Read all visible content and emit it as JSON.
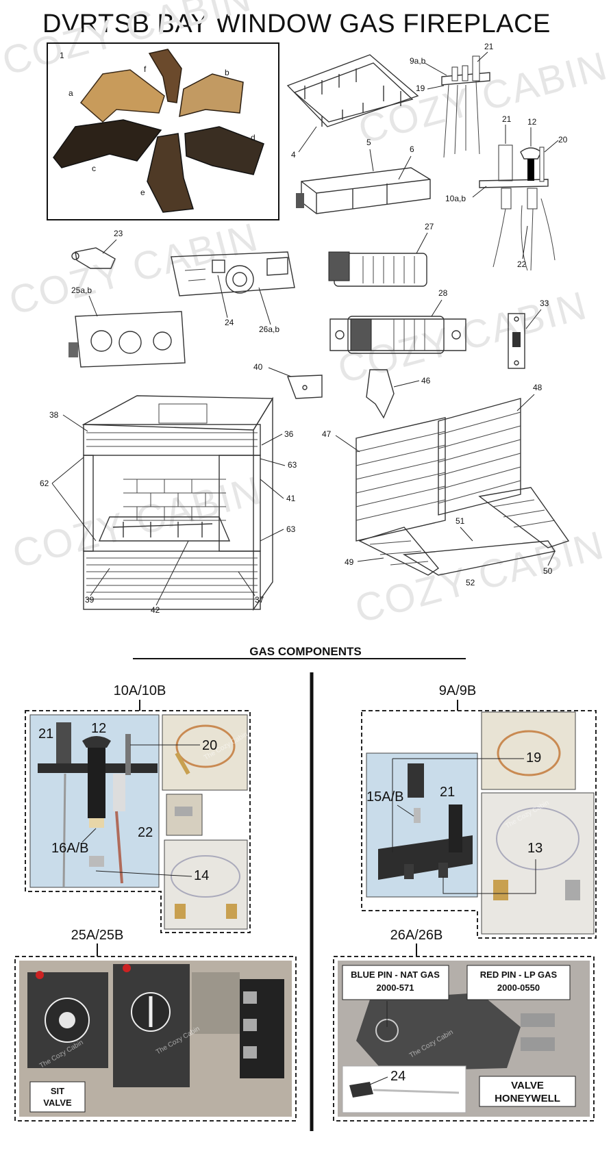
{
  "title": "DVRTSB BAY WINDOW GAS FIREPLACE",
  "watermark": "COZY CABIN",
  "photo_watermark": "The Cozy Cabin",
  "gas_components_heading": "GAS COMPONENTS",
  "group_labels": {
    "g10": "10A/10B",
    "g9": "9A/9B",
    "g25": "25A/25B",
    "g26": "26A/26B"
  },
  "callouts": {
    "c1": "1",
    "ca": "a",
    "cb": "b",
    "cc": "c",
    "cd": "d",
    "ce": "e",
    "cf": "f",
    "c4": "4",
    "c5": "5",
    "c6": "6",
    "c9ab": "9a,b",
    "c19": "19",
    "c21a": "21",
    "c21b": "21",
    "c12": "12",
    "c20": "20",
    "c10ab": "10a,b",
    "c22": "22",
    "c23": "23",
    "c25ab": "25a,b",
    "c24": "24",
    "c26ab": "26a,b",
    "c27": "27",
    "c28": "28",
    "c33": "33",
    "c40": "40",
    "c46": "46",
    "c38": "38",
    "c36": "36",
    "c63a": "63",
    "c41": "41",
    "c62": "62",
    "c63b": "63",
    "c39": "39",
    "c42": "42",
    "c37": "37",
    "c47": "47",
    "c48": "48",
    "c51": "51",
    "c49": "49",
    "c52": "52",
    "c50": "50"
  },
  "photo_callouts": {
    "p21": "21",
    "p12": "12",
    "p20": "20",
    "p16": "16A/B",
    "p22": "22",
    "p14": "14",
    "p19": "19",
    "p15": "15A/B",
    "p21b": "21",
    "p13": "13",
    "p24": "24"
  },
  "valve_boxes": {
    "sit_line1": "SIT",
    "sit_line2": "VALVE",
    "blue_line1": "BLUE PIN - NAT GAS",
    "blue_line2": "2000-571",
    "red_line1": "RED PIN - LP GAS",
    "red_line2": "2000-0550",
    "hw_line1": "VALVE",
    "hw_line2": "HONEYWELL"
  },
  "colors": {
    "photo_bg": "#b9b0a4",
    "pilot_bg": "#c9dcea",
    "copper": "#c98a52",
    "valve_dark": "#3a3a3a"
  }
}
